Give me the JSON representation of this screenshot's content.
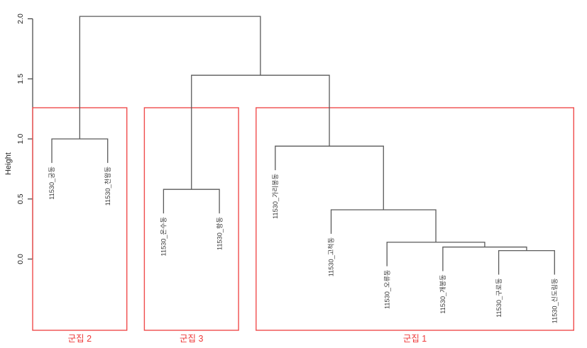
{
  "chart_data": {
    "type": "dendrogram",
    "title": "",
    "ylabel": "Height",
    "ylim": [
      0.0,
      2.0
    ],
    "yticks": [
      "0.0",
      "0.5",
      "1.0",
      "1.5",
      "2.0"
    ],
    "ytick_values": [
      0.0,
      0.5,
      1.0,
      1.5,
      2.0
    ],
    "grid": false,
    "legend_position": "none",
    "hang": 0.2,
    "leaves": [
      "11530_궁동",
      "11530_천왕동",
      "11530_온수동",
      "11530_항동",
      "11530_가리봉동",
      "11530_고척동",
      "11530_오류동",
      "11530_개봉동",
      "11530_구로동",
      "11530_신도림동"
    ],
    "merges": [
      {
        "a": -9,
        "b": -10,
        "height": 0.07
      },
      {
        "a": -8,
        "b": 1,
        "height": 0.1
      },
      {
        "a": -7,
        "b": 2,
        "height": 0.14
      },
      {
        "a": -6,
        "b": 3,
        "height": 0.41
      },
      {
        "a": -5,
        "b": 4,
        "height": 0.94
      },
      {
        "a": -3,
        "b": -4,
        "height": 0.58
      },
      {
        "a": 6,
        "b": 5,
        "height": 1.53
      },
      {
        "a": -1,
        "b": -2,
        "height": 1.0
      },
      {
        "a": 8,
        "b": 7,
        "height": 2.02
      }
    ],
    "clusters": [
      {
        "label": "군집 2",
        "first_leaf": 0,
        "last_leaf": 1
      },
      {
        "label": "군집 3",
        "first_leaf": 2,
        "last_leaf": 3
      },
      {
        "label": "군집 1",
        "first_leaf": 4,
        "last_leaf": 9
      }
    ],
    "colors": {
      "line": "#5a5a5a",
      "axis": "#3f3f3f",
      "tick_label": "#222222",
      "leaf_label": "#3c3c3c",
      "cluster_box": "#f04c4c",
      "cluster_label": "#ee3b3b",
      "background": "#ffffff"
    }
  }
}
